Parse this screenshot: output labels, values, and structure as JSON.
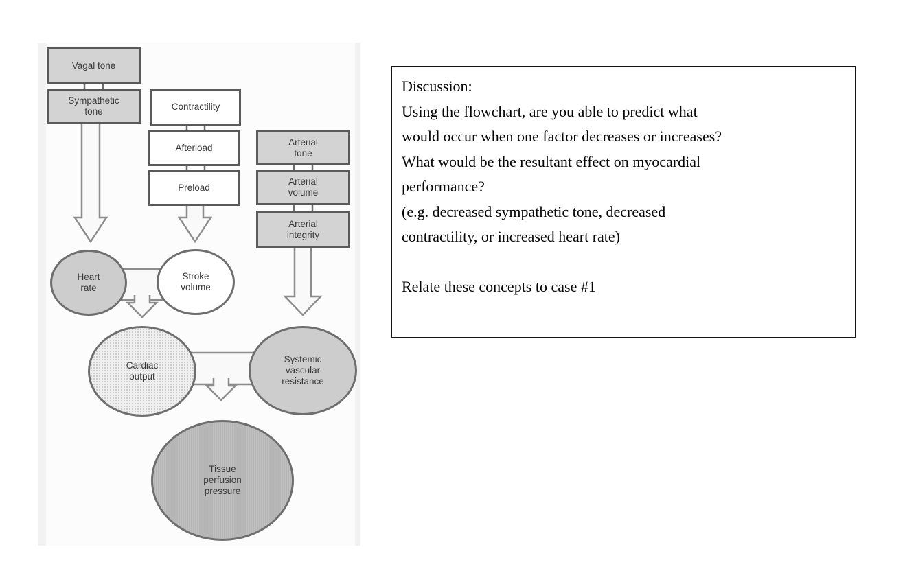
{
  "figure": {
    "boxes": {
      "vagal_tone": "Vagal tone",
      "sympathetic_tone": "Sympathetic\ntone",
      "contractility": "Contractility",
      "afterload": "Afterload",
      "preload": "Preload",
      "arterial_tone": "Arterial\ntone",
      "arterial_volume": "Arterial\nvolume",
      "arterial_integrity": "Arterial\nintegrity"
    },
    "ellipses": {
      "heart_rate": "Heart\nrate",
      "stroke_volume": "Stroke\nvolume",
      "cardiac_output": "Cardiac\noutput",
      "systemic_vascular_resistance": "Systemic\nvascular\nresistance",
      "tissue_perfusion_pressure": "Tissue\nperfusion\npressure"
    },
    "colors": {
      "box_fill_gray": "#d3d3d3",
      "box_fill_white": "#ffffff",
      "box_border": "#5a5a5a",
      "ellipse_fill_gray": "#cdcdcd",
      "ellipse_fill_dark": "#b6b6b6",
      "ellipse_border": "#6e6e6e",
      "arrow_fill": "#f9f9f9",
      "arrow_border": "#8c8c8c",
      "text_color": "#3c3c3c"
    }
  },
  "discussion": {
    "lines": [
      "Discussion:",
      "Using the flowchart, are you able to predict what",
      "would occur when one factor decreases or increases?",
      "What would be the resultant effect on myocardial",
      "performance?",
      "(e.g. decreased sympathetic tone, decreased",
      "contractility, or increased heart rate)",
      "",
      "Relate these concepts to case #1"
    ]
  }
}
